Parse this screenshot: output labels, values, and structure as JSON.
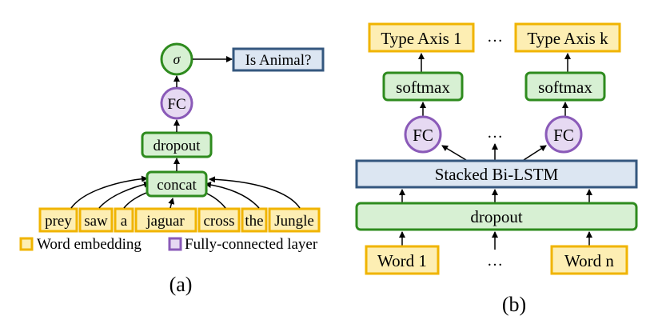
{
  "panel_a": {
    "words": [
      "prey",
      "saw",
      "a",
      "jaguar",
      "cross",
      "the",
      "Jungle"
    ],
    "concat_label": "concat",
    "dropout_label": "dropout",
    "fc_label": "FC",
    "sigma_label": "σ",
    "output_label": "Is Animal?",
    "legend_word_embedding": "Word embedding",
    "legend_fc": "Fully-connected layer",
    "caption": "(a)"
  },
  "panel_b": {
    "type_axis_1": "Type Axis 1",
    "type_axis_k": "Type Axis k",
    "ellipsis": "…",
    "softmax_label": "softmax",
    "fc_label": "FC",
    "lstm_label": "Stacked Bi-LSTM",
    "dropout_label": "dropout",
    "word_1": "Word 1",
    "word_n": "Word n",
    "caption": "(b)"
  },
  "colors": {
    "embedding": "#f0b400",
    "green_layer": "#2e8b1e",
    "fc_layer": "#8a5ab8",
    "blue_layer": "#34577e"
  }
}
